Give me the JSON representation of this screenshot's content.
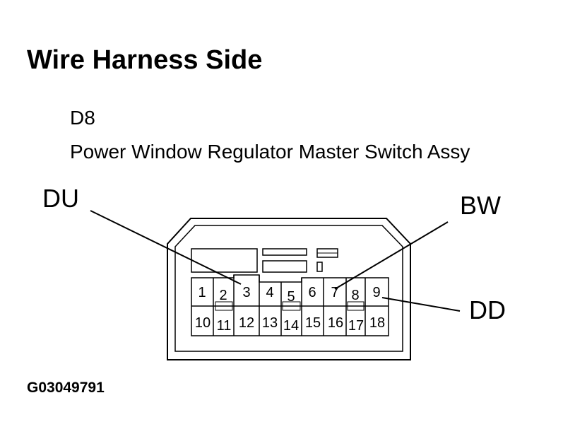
{
  "title": "Wire Harness Side",
  "connector": {
    "code": "D8",
    "name": "Power Window Regulator Master Switch Assy"
  },
  "callouts": {
    "du": "DU",
    "bw": "BW",
    "dd": "DD"
  },
  "pins": {
    "p1": "1",
    "p2": "2",
    "p3": "3",
    "p4": "4",
    "p5": "5",
    "p6": "6",
    "p7": "7",
    "p8": "8",
    "p9": "9",
    "p10": "10",
    "p11": "11",
    "p12": "12",
    "p13": "13",
    "p14": "14",
    "p15": "15",
    "p16": "16",
    "p17": "17",
    "p18": "18"
  },
  "figure_id": "G03049791"
}
